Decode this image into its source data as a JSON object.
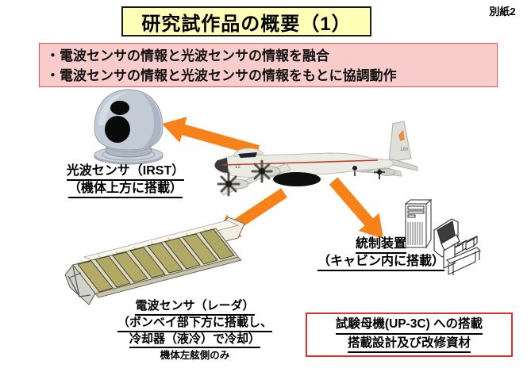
{
  "attachment_label": "別紙2",
  "title": "研究試作品の概要（1）",
  "summary": {
    "line1": "・電波センサの情報と光波センサの情報を融合",
    "line2": "・電波センサの情報と光波センサの情報をもとに協調動作"
  },
  "irst": {
    "label_line1": "光波センサ（IRST）",
    "label_line2": "（機体上方に搭載）"
  },
  "aircraft": {
    "tail_number": "189",
    "nose_number": "12"
  },
  "radar": {
    "label_line1": "電波センサ（レーダ）",
    "label_line2": "（ボンベイ部下方に搭載し、",
    "label_line3": "冷却器（液冷）で冷却）",
    "note": "機体左舷側のみ"
  },
  "control": {
    "label_line1": "統制装置",
    "label_line2": "（キャビン内に搭載）"
  },
  "footer_box": {
    "line1": "試験母機(UP-3C) への搭載",
    "line2": "搭載設計及び改修資材"
  },
  "colors": {
    "title_background": "#ffffb8",
    "summary_background": "#f9cccc",
    "summary_border": "#e05555",
    "arrow_orange": "#f8821a",
    "footer_border": "#d93030",
    "radar_panel": "#b2aa66"
  }
}
